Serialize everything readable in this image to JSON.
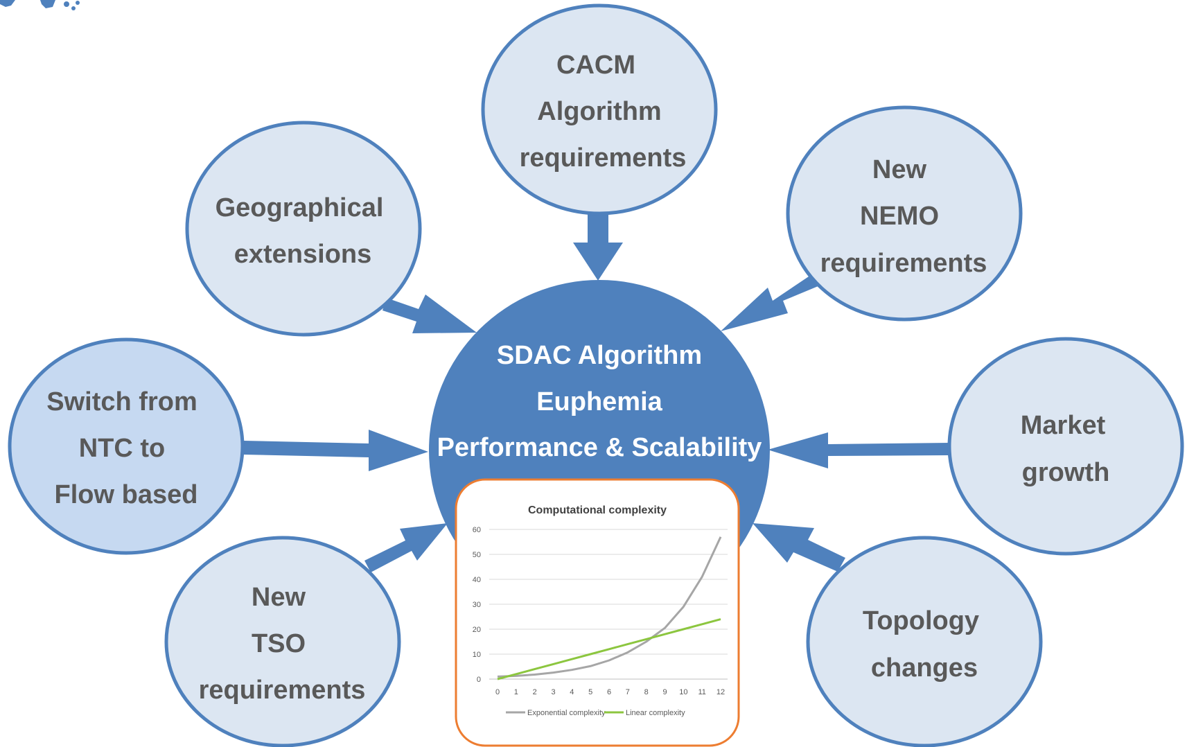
{
  "colors": {
    "bubble_fill": "#dce6f2",
    "bubble_fill_alt": "#c6d9f1",
    "bubble_stroke": "#4f81bd",
    "center_fill": "#4f81bd",
    "arrow": "#4f81bd",
    "chart_border": "#ed7d31",
    "exponential_line": "#a6a6a6",
    "linear_line": "#8cc63f"
  },
  "center": {
    "line1": "SDAC Algorithm",
    "line2": "Euphemia",
    "line3": "Performance & Scalability"
  },
  "bubbles": {
    "cacm": {
      "line1": "CACM",
      "line2": "Algorithm",
      "line3": "requirements"
    },
    "geo": {
      "line1": "Geographical",
      "line2": "extensions"
    },
    "nemo": {
      "line1": "New",
      "line2": "NEMO",
      "line3": "requirements"
    },
    "ntc": {
      "line1": "Switch from",
      "line2": "NTC to",
      "line3": "Flow based"
    },
    "market": {
      "line1": "Market",
      "line2": "growth"
    },
    "tso": {
      "line1": "New",
      "line2": "TSO",
      "line3": "requirements"
    },
    "topology": {
      "line1": "Topology",
      "line2": "changes"
    }
  },
  "chart_data": {
    "type": "line",
    "title": "Computational complexity",
    "x": [
      0,
      1,
      2,
      3,
      4,
      5,
      6,
      7,
      8,
      9,
      10,
      11,
      12
    ],
    "ylim": [
      0,
      60
    ],
    "yticks": [
      0,
      10,
      20,
      30,
      40,
      50,
      60
    ],
    "grid": true,
    "legend_position": "bottom",
    "series": [
      {
        "name": "Exponential complexity",
        "values": [
          1,
          1.3,
          1.8,
          2.6,
          3.7,
          5.2,
          7.5,
          10.7,
          15,
          20.5,
          29,
          41,
          57
        ]
      },
      {
        "name": "Linear complexity",
        "values": [
          0,
          2,
          4,
          6,
          8,
          10,
          12,
          14,
          16,
          18,
          20,
          22,
          24
        ]
      }
    ]
  }
}
